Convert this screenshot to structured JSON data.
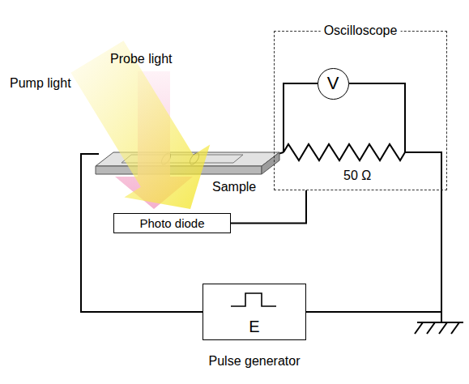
{
  "diagram": {
    "nodes": [
      {
        "text": [
          "Oscilloscope"
        ]
      },
      {
        "text": [
          "V"
        ],
        "in": 0
      },
      {
        "text": [
          "Photo diode"
        ]
      },
      {
        "text": [
          "E",
          "Pulse generator"
        ]
      }
    ],
    "edges": [
      {
        "from": 2,
        "to": 0,
        "arrow": "none"
      }
    ],
    "labels": [
      "Pump light",
      "Probe light",
      "Sample",
      "50 Ω"
    ]
  }
}
